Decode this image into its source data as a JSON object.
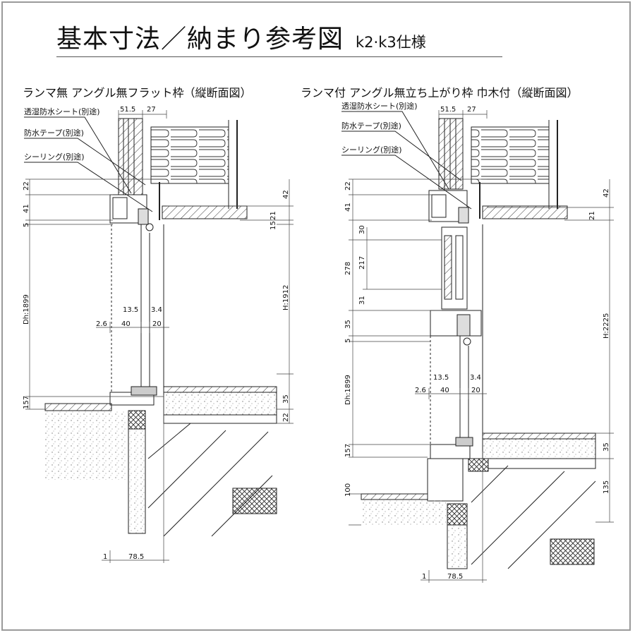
{
  "header": {
    "title": "基本寸法／納まり参考図",
    "subtitle": "k2·k3仕様"
  },
  "left": {
    "title": "ランマ無 アングル無フラット枠（縦断面図）",
    "labels": [
      "透湿防水シート(別途)",
      "防水テープ(別途)",
      "シーリング(別途)"
    ],
    "dims": {
      "top_a": "51.5",
      "top_b": "27",
      "v22": "22",
      "v41": "41",
      "v5": "5",
      "dh": "Dh:1899",
      "v157": "157",
      "r42": "42",
      "r21": "21",
      "r15": "15",
      "h": "H:1912",
      "r35": "35",
      "r22": "22",
      "m13_5": "13.5",
      "m3_4": "3.4",
      "m2_6": "2.6",
      "m40": "40",
      "m20": "20",
      "b1": "1",
      "b78_5": "78.5"
    }
  },
  "right": {
    "title": "ランマ付 アングル無立ち上がり枠 巾木付（縦断面図）",
    "labels": [
      "透湿防水シート(別途)",
      "防水テープ(別途)",
      "シーリング(別途)"
    ],
    "dims": {
      "top_a": "51.5",
      "top_b": "27",
      "v22": "22",
      "v41": "41",
      "v30": "30",
      "v278": "278",
      "v217": "217",
      "v31": "31",
      "v35": "35",
      "v5": "5",
      "dh": "Dh:1899",
      "v157": "157",
      "v100": "100",
      "r42": "42",
      "r21": "21",
      "h": "H:2225",
      "r35": "35",
      "r135": "135",
      "m13_5": "13.5",
      "m3_4": "3.4",
      "m2_6": "2.6",
      "m40": "40",
      "m20": "20",
      "b1": "1",
      "b78_5": "78.5"
    }
  }
}
